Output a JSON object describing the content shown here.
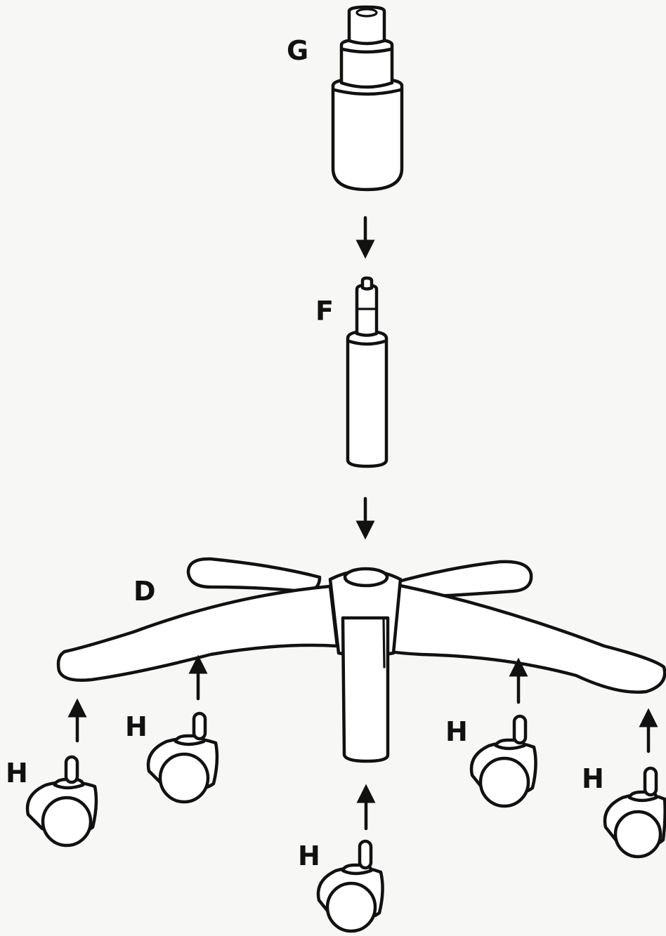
{
  "colors": {
    "background": "#f7f7f5",
    "ink": "#111111",
    "fill": "#ffffff"
  },
  "labels": {
    "gas_lift_cover": "G",
    "gas_lift": "F",
    "base": "D",
    "caster": "H"
  },
  "casters": [
    {
      "id": "caster-1",
      "label": "H"
    },
    {
      "id": "caster-2",
      "label": "H"
    },
    {
      "id": "caster-3",
      "label": "H"
    },
    {
      "id": "caster-4",
      "label": "H"
    },
    {
      "id": "caster-5",
      "label": "H"
    }
  ]
}
